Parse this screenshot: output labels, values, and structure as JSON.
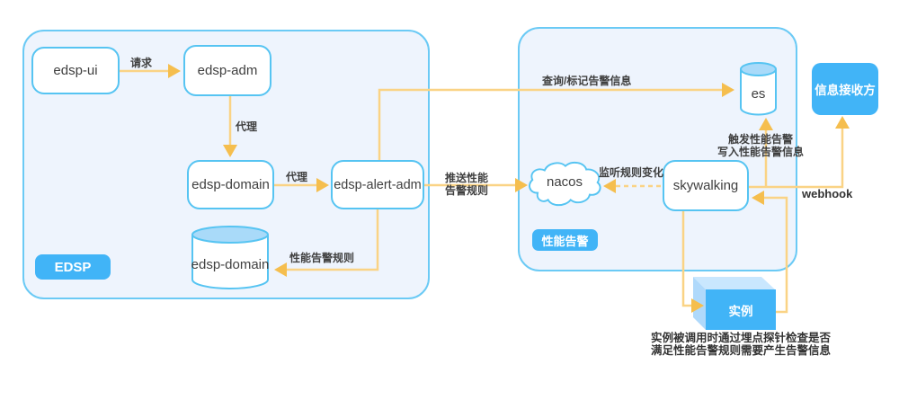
{
  "colors": {
    "arrow": "#FAD385",
    "arrowhead": "#F5BE4E",
    "node_border": "#56C4F2",
    "container_border": "#6BCAF5",
    "container_fill": "#EEF4FD",
    "badge_fill": "#41B4F7",
    "cylinder_top": "#A9DAF9",
    "label_color": "#3F3F3F"
  },
  "edsp_group": {
    "badge": "EDSP",
    "edsp_ui": "edsp-ui",
    "edsp_adm": "edsp-adm",
    "edsp_domain": "edsp-domain",
    "edsp_alert_adm": "edsp-alert-adm",
    "edsp_domain_db": "edsp-domain"
  },
  "perf_group": {
    "badge": "性能告警",
    "nacos": "nacos",
    "skywalking": "skywalking",
    "es": "es"
  },
  "external": {
    "receiver": "信息接收方",
    "instance": "实例"
  },
  "edges": {
    "request": "请求",
    "proxy_down": "代理",
    "proxy_right": "代理",
    "push_line1": "推送性能",
    "push_line2": "告警规则",
    "perf_rules": "性能告警规则",
    "query_mark": "查询/标记告警信息",
    "listen": "监听规则变化",
    "trigger_line1": "触发性能告警",
    "trigger_line2": "写入性能告警信息",
    "webhook": "webhook"
  },
  "note": {
    "line1": "实例被调用时通过埋点探针检查是否",
    "line2": "满足性能告警规则需要产生告警信息"
  }
}
